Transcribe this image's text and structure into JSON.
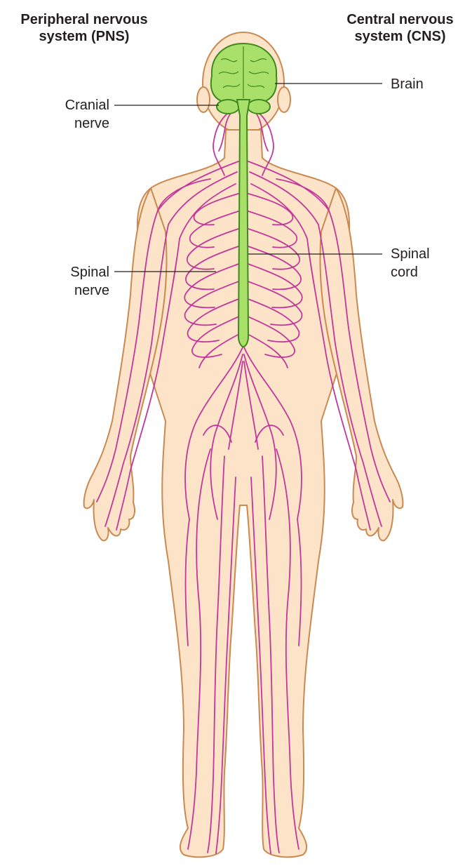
{
  "headings": {
    "pns": {
      "line1": "Peripheral nervous",
      "line2": "system (PNS)"
    },
    "cns": {
      "line1": "Central nervous",
      "line2": "system (CNS)"
    }
  },
  "labels": {
    "brain": {
      "line1": "Brain"
    },
    "cranial_nerve": {
      "line1": "Cranial",
      "line2": "nerve"
    },
    "spinal_nerve": {
      "line1": "Spinal",
      "line2": "nerve"
    },
    "spinal_cord": {
      "line1": "Spinal",
      "line2": "cord"
    }
  },
  "colors": {
    "skin": "#fde3c8",
    "skin_outline": "#c98a52",
    "nerve": "#c2379b",
    "nerve_light": "#e58fd0",
    "cns": "#a8e06a",
    "cns_outline": "#3e8a1f",
    "leader_line": "#231f20"
  }
}
